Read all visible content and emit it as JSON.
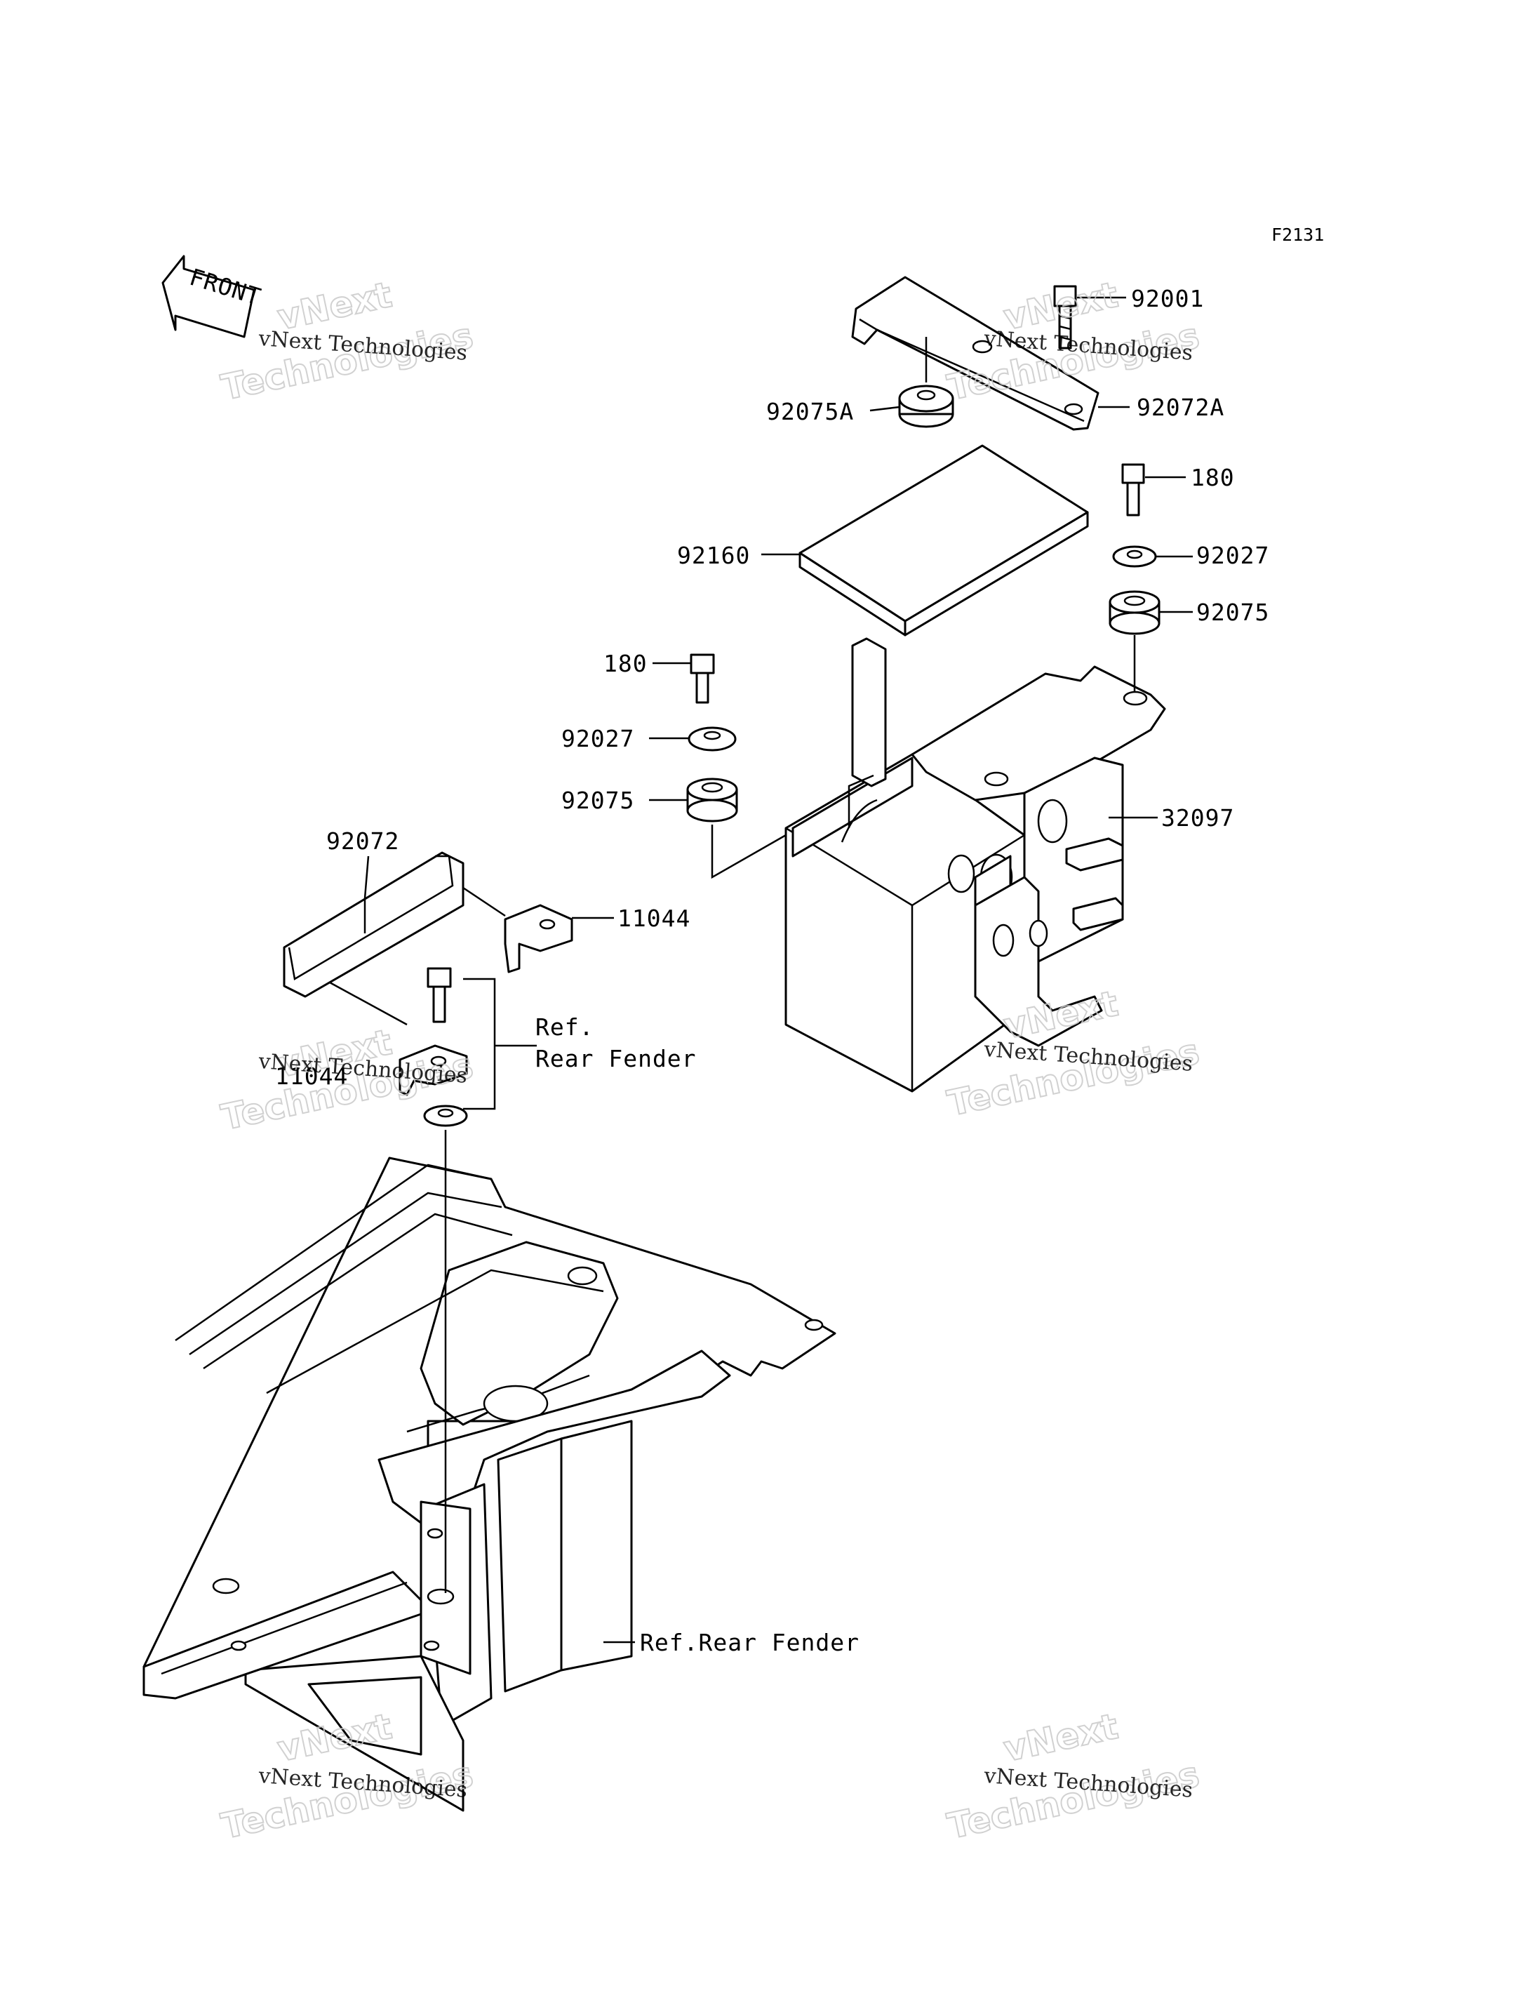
{
  "figure_code": "F2131",
  "front_arrow_label": "FRONT",
  "watermark": {
    "line1": "vNext Technologies",
    "big_top": "vNext",
    "big_bottom": "Technologies"
  },
  "labels": {
    "p92001": "92001",
    "p92072A": "92072A",
    "p92075A": "92075A",
    "p180_right": "180",
    "p92160": "92160",
    "p92027_right": "92027",
    "p92075_right": "92075",
    "p180_left": "180",
    "p92027_left": "92027",
    "p92075_left": "92075",
    "p32097": "32097",
    "p92072": "92072",
    "p11044_top": "11044",
    "p11044_bottom": "11044",
    "ref_line1": "Ref.",
    "ref_line2": "Rear Fender",
    "ref_rear_fender": "Ref.Rear Fender"
  }
}
